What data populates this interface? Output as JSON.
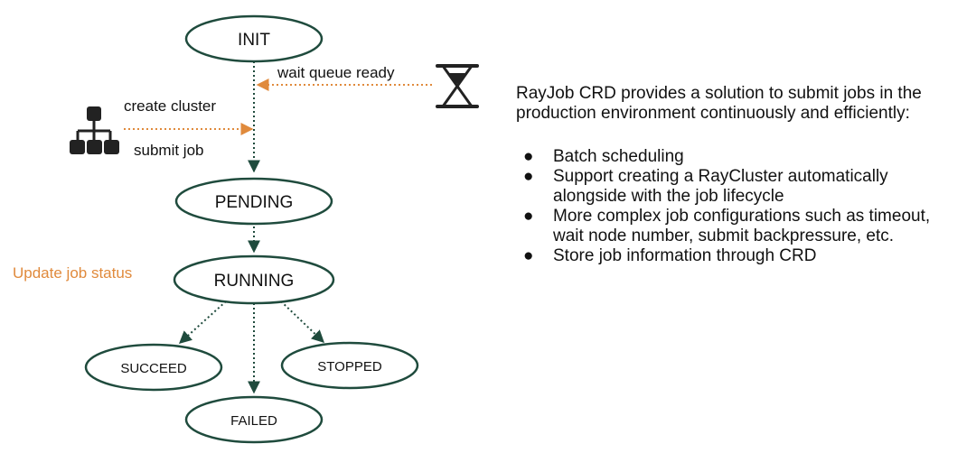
{
  "colors": {
    "node_stroke": "#1f4b3d",
    "state_arrow": "#1f4b3d",
    "control_arrow": "#e08a3c",
    "update_text": "#e08a3c",
    "icon": "#222222",
    "text": "#111111"
  },
  "states": {
    "init": "INIT",
    "pending": "PENDING",
    "running": "RUNNING",
    "succeed": "SUCCEED",
    "stopped": "STOPPED",
    "failed": "FAILED"
  },
  "edge_labels": {
    "wait_queue_ready": "wait queue ready",
    "create_cluster": "create cluster",
    "submit_job": "submit job",
    "update_job_status": "Update job status"
  },
  "icons": {
    "left": "hierarchy-icon",
    "right": "hourglass-icon"
  },
  "description": {
    "intro": "RayJob CRD provides a solution to submit jobs in the production environment continuously and efficiently:",
    "bullets": [
      "Batch scheduling",
      "Support creating a RayCluster automatically alongside with the job lifecycle",
      "More complex job configurations such as timeout, wait node number, submit backpressure, etc.",
      "Store job information through CRD"
    ]
  }
}
